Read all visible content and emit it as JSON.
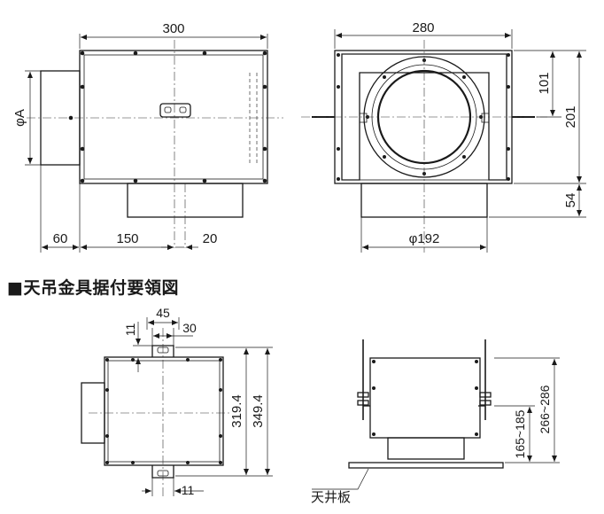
{
  "front_view": {
    "dim_width": "300",
    "dim_diameter": "φA",
    "dim_left": "60",
    "dim_middle": "150",
    "dim_right": "20"
  },
  "side_view": {
    "dim_width": "280",
    "dim_upper": "101",
    "dim_total": "201",
    "dim_bottom": "54",
    "dim_diameter": "φ192"
  },
  "section_title": "■天吊金具据付要領図",
  "mount_front": {
    "dim_45": "45",
    "dim_30": "30",
    "dim_11_top": "11",
    "dim_11_bottom": "11",
    "dim_319": "319.4",
    "dim_349": "349.4"
  },
  "mount_side": {
    "dim_165": "165~185",
    "dim_266": "266~286",
    "ceiling_label": "天井板"
  }
}
